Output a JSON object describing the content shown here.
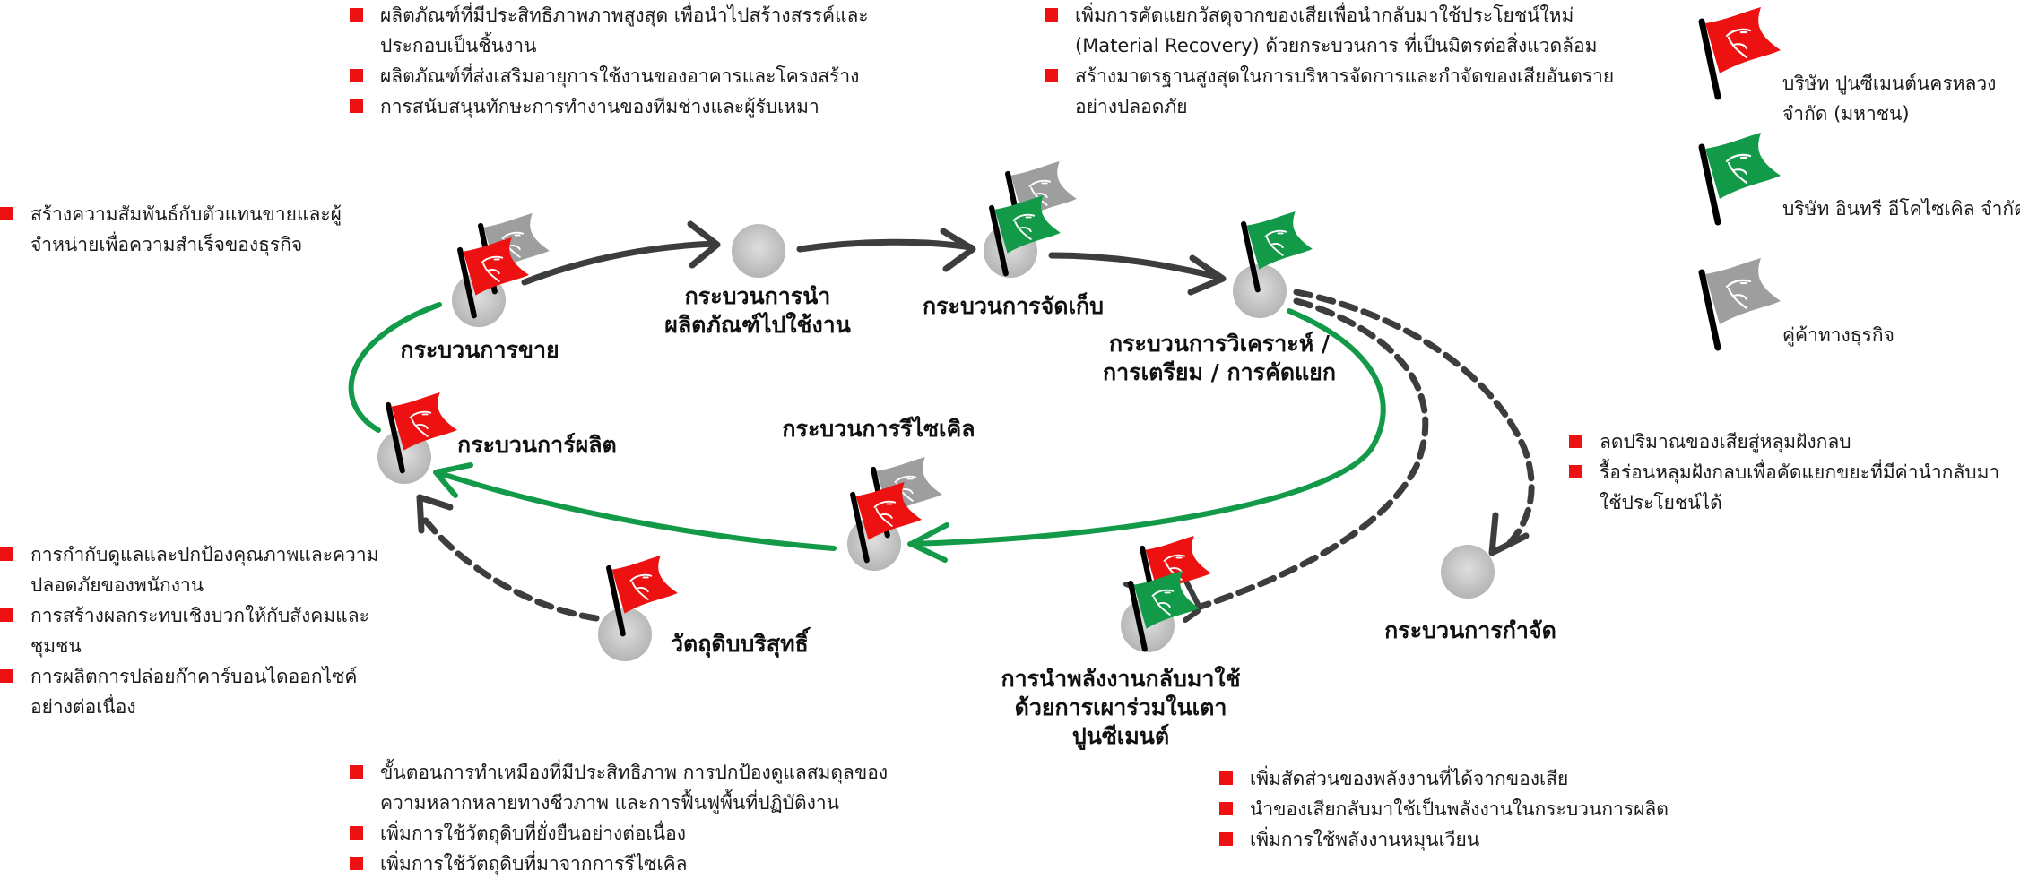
{
  "colors": {
    "bullet": "#ee1111",
    "red_flag": "#ee1111",
    "green_flag": "#129a48",
    "gray_flag": "#9e9e9e",
    "pole": "#000000",
    "dark_arrow": "#3d3d3d",
    "green_arrow": "#129a48",
    "node_fill": "#c8c8c8"
  },
  "legend": [
    {
      "color": "red",
      "label": "บริษัท ปูนซีเมนต์นครหลวง จำกัด (มหาชน)"
    },
    {
      "color": "green",
      "label": "บริษัท อินทรี อีโคไซเคิล จำกัด"
    },
    {
      "color": "gray",
      "label": "คู่ค้าทางธุรกิจ"
    }
  ],
  "nodes": [
    {
      "id": "sales",
      "label": "กระบวนการขาย",
      "flags": [
        "gray",
        "red"
      ]
    },
    {
      "id": "use",
      "label": "กระบวนการนำ ผลิตภัณฑ์ไปใช้งาน",
      "flags": []
    },
    {
      "id": "storage",
      "label": "กระบวนการจัดเก็บ",
      "flags": [
        "gray",
        "green"
      ]
    },
    {
      "id": "analysis",
      "label": "กระบวนการวิเคราะห์ / การเตรียม / การคัดแยก",
      "flags": [
        "green"
      ]
    },
    {
      "id": "production",
      "label": "กระบวนการ์ผลิต",
      "flags": [
        "red"
      ]
    },
    {
      "id": "recycle",
      "label": "กระบวนการรีไซเคิล",
      "flags": [
        "gray",
        "red"
      ]
    },
    {
      "id": "raw",
      "label": "วัตถุดิบบริสุทธิ์",
      "flags": [
        "red"
      ]
    },
    {
      "id": "energy",
      "label": "การนำพลังงานกลับมาใช้ ด้วยการเผาร่วมในเตา ปูนซีเมนต์",
      "flags": [
        "red",
        "green"
      ]
    },
    {
      "id": "disposal",
      "label": "กระบวนการกำจัด",
      "flags": []
    }
  ],
  "bullet_groups": {
    "top_left": [
      "ผลิตภัณฑ์ที่มีประสิทธิภาพภาพสูงสุด เพื่อนำไปสร้างสรรค์และประกอบเป็นชิ้นงาน",
      "ผลิตภัณฑ์ที่ส่งเสริมอายุการใช้งานของอาคารและโครงสร้าง",
      "การสนับสนุนทักษะการทำงานของทีมช่างและผู้รับเหมา"
    ],
    "top_right": [
      "เพิ่มการคัดแยกวัสดุจากของเสียเพื่อนำกลับมาใช้ประโยชน์ใหม่ (Material Recovery) ด้วยกระบวนการ ที่เป็นมิตรต่อสิ่งแวดล้อม",
      "สร้างมาตรฐานสูงสุดในการบริหารจัดการและกำจัดของเสียอันตรายอย่างปลอดภัย"
    ],
    "left_sales": [
      "สร้างความสัมพันธ์กับตัวแทนขายและผู้จำหน่ายเพื่อความสำเร็จของธุรกิจ"
    ],
    "right_disposal": [
      "ลดปริมาณของเสียสู่หลุมฝังกลบ",
      "รื้อร่อนหลุมฝังกลบเพื่อคัดแยกขยะที่มีค่านำกลับมาใช้ประโยชน์ได้"
    ],
    "left_production": [
      "การกำกับดูแลและปกป้องคุณภาพและความปลอดภัยของพนักงาน",
      "การสร้างผลกระทบเชิงบวกให้กับสังคมและชุมชน",
      "การผลิตการปล่อยก๊าคาร์บอนไดออกไซค์อย่างต่อเนื่อง"
    ],
    "bottom_raw": [
      "ขั้นตอนการทำเหมืองที่มีประสิทธิภาพ การปกป้องดูแลสมดุลของความหลากหลายทางชีวภาพ และการฟื้นฟูพื้นที่ปฏิบัติงาน",
      "เพิ่มการใช้วัตถุดิบที่ยั่งยืนอย่างต่อเนื่อง",
      "เพิ่มการใช้วัตถุดิบที่มาจากการรีไซเคิล"
    ],
    "bottom_energy": [
      "เพิ่มสัดส่วนของพลังงานที่ได้จากของเสีย",
      "นำของเสียกลับมาใช้เป็นพลังงานในกระบวนการผลิต",
      "เพิ่มการใช้พลังงานหมุนเวียน"
    ]
  }
}
